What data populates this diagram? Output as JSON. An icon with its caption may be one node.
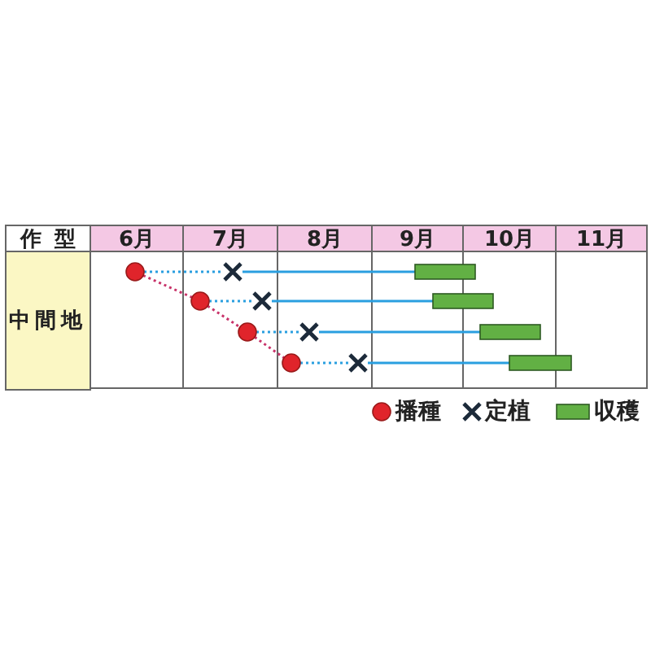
{
  "diagram": {
    "nodes": [
      {
        "text": [],
        "shape": "circle"
      },
      {
        "text": [],
        "shape": "cross"
      },
      {
        "text": [],
        "shape": "bar"
      },
      {
        "text": [],
        "shape": "circle"
      },
      {
        "text": [],
        "shape": "cross"
      },
      {
        "text": [],
        "shape": "bar"
      },
      {
        "text": [],
        "shape": "circle"
      },
      {
        "text": [],
        "shape": "cross"
      },
      {
        "text": [],
        "shape": "bar"
      },
      {
        "text": [],
        "shape": "circle"
      },
      {
        "text": [],
        "shape": "cross"
      },
      {
        "text": [],
        "shape": "bar"
      }
    ],
    "edges": [
      {
        "from": 0,
        "to": 1,
        "arrow": "none",
        "style": "dashed"
      },
      {
        "from": 1,
        "to": 2,
        "arrow": "none"
      },
      {
        "from": 3,
        "to": 4,
        "arrow": "none",
        "style": "dashed"
      },
      {
        "from": 4,
        "to": 5,
        "arrow": "none"
      },
      {
        "from": 6,
        "to": 7,
        "arrow": "none",
        "style": "dashed"
      },
      {
        "from": 7,
        "to": 8,
        "arrow": "none"
      },
      {
        "from": 9,
        "to": 10,
        "arrow": "none",
        "style": "dashed"
      },
      {
        "from": 10,
        "to": 11,
        "arrow": "none"
      },
      {
        "from": 0,
        "to": 3,
        "arrow": "none",
        "style": "dashed",
        "color": "#c8336a"
      },
      {
        "from": 3,
        "to": 6,
        "arrow": "none",
        "style": "dashed",
        "color": "#c8336a"
      },
      {
        "from": 6,
        "to": 9,
        "arrow": "none",
        "style": "dashed",
        "color": "#c8336a"
      }
    ],
    "labels": [
      "作型",
      "6月",
      "7月",
      "8月",
      "9月",
      "10月",
      "11月",
      "中間地"
    ],
    "legend": [
      {
        "text": "播種"
      },
      {
        "text": "定植"
      },
      {
        "text": "収穫",
        "color": "#62b044"
      }
    ]
  }
}
